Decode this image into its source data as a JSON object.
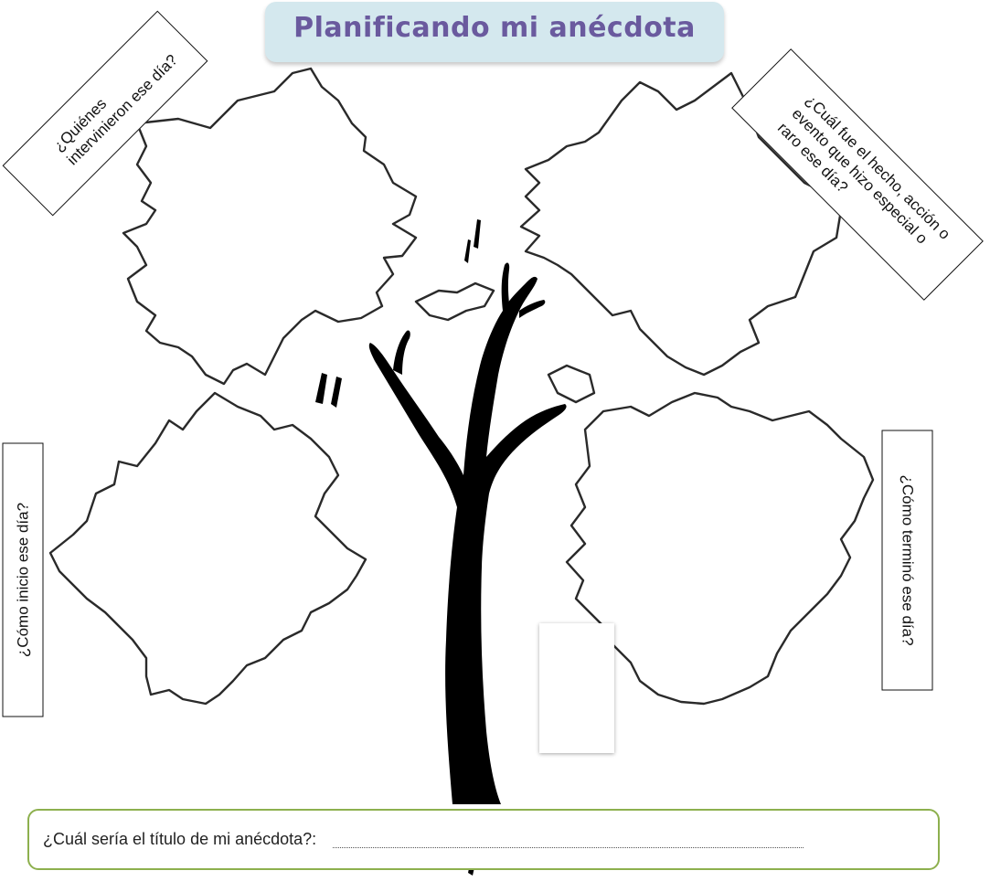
{
  "header": {
    "title": "Planificando mi anécdota"
  },
  "questions": {
    "quienes": "¿Quiénes\nintervinieron ese día?",
    "hecho": "¿Cuál fue el hecho, acción o\nevento que hizo especial o\nraro ese día?",
    "inicio": "¿Cómo inicio ese día?",
    "termino": "¿Cómo terminó ese día?"
  },
  "answer": {
    "label": "¿Cuál sería el título de mi anécdota?:"
  },
  "colors": {
    "title_bg": "#d4e8ee",
    "title_text": "#6a5a9e",
    "answer_border": "#8db04e",
    "tree": "#000000"
  },
  "icons": {
    "tree": "tree-illustration",
    "leaves": "maple-leaf-outline"
  }
}
